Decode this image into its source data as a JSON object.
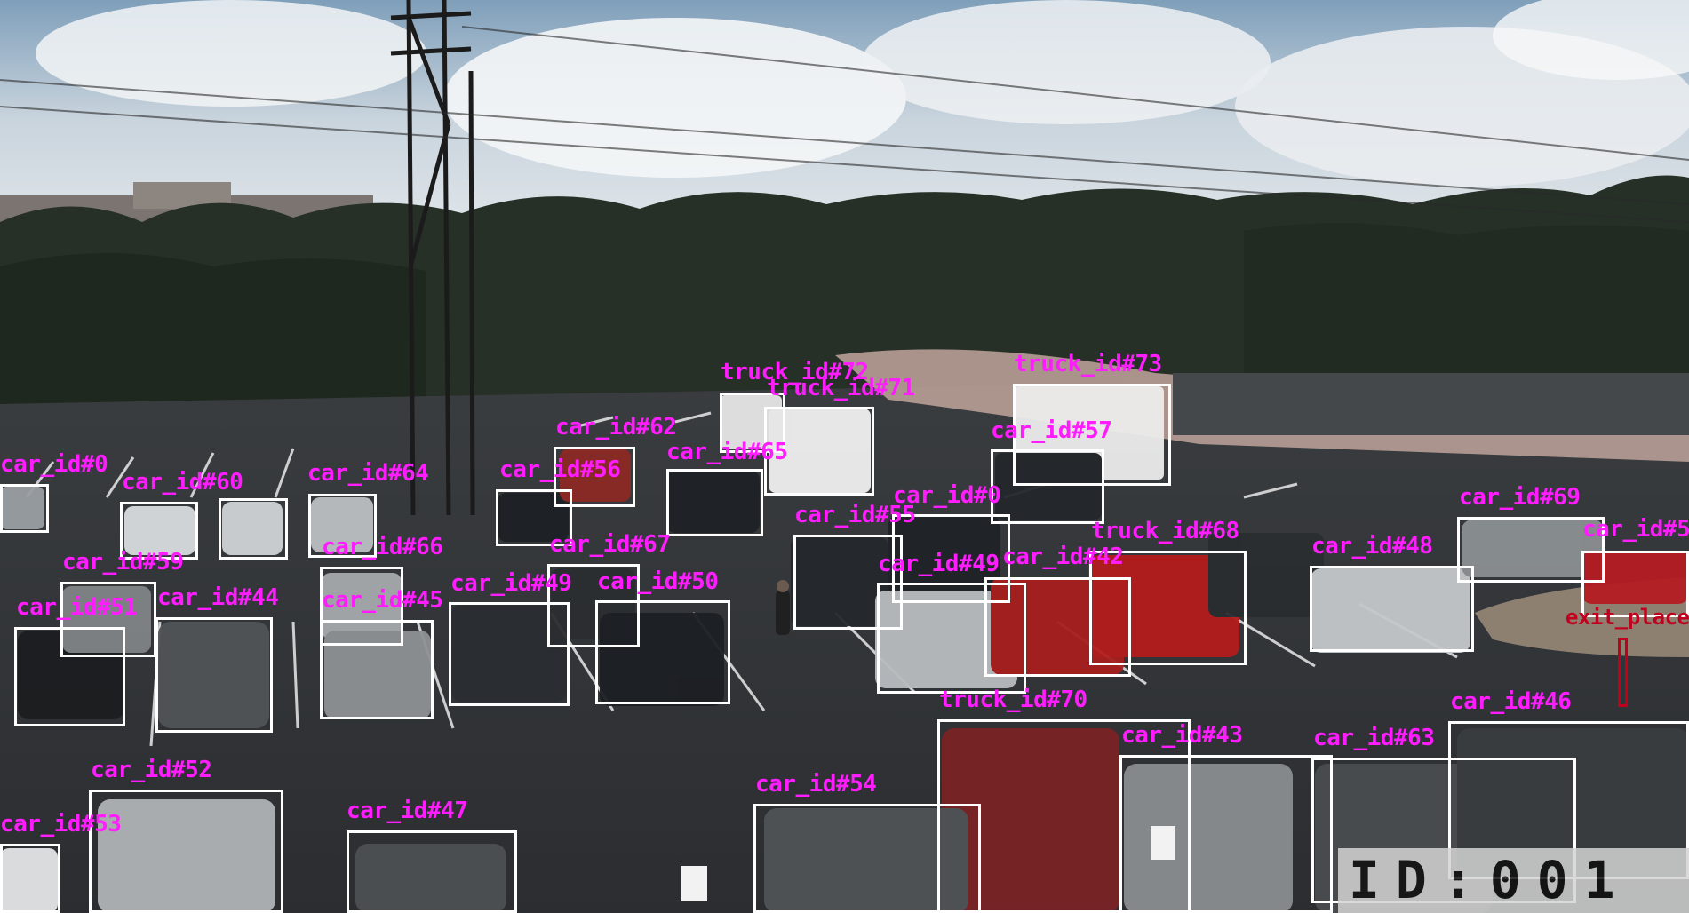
{
  "colors": {
    "label": "#ff1dff",
    "box": "#ffffff",
    "exit_marker": "#c1001e"
  },
  "icons": [
    "parking-camera-scene",
    "power-pylon-icon",
    "wheelchair-sign-icon"
  ],
  "labels": [
    "truck_id#72",
    "truck_id#71",
    "truck_id#73",
    "car_id#62",
    "car_id#65",
    "car_id#57",
    "car_id#0",
    "car_id#56",
    "car_id#60",
    "car_id#64",
    "car_id#0",
    "car_id#55",
    "car_id#69",
    "car_id#5",
    "car_id#66",
    "car_id#67",
    "car_id#59",
    "car_id#49",
    "car_id#42",
    "truck_id#68",
    "car_id#48",
    "car_id#51",
    "car_id#44",
    "car_id#45",
    "car_id#49",
    "car_id#50",
    "exit_place",
    "truck_id#70",
    "car_id#46",
    "car_id#43",
    "car_id#63",
    "car_id#52",
    "car_id#54",
    "car_id#53",
    "car_id#47"
  ],
  "overlay": {
    "id_text": "ID:001"
  }
}
